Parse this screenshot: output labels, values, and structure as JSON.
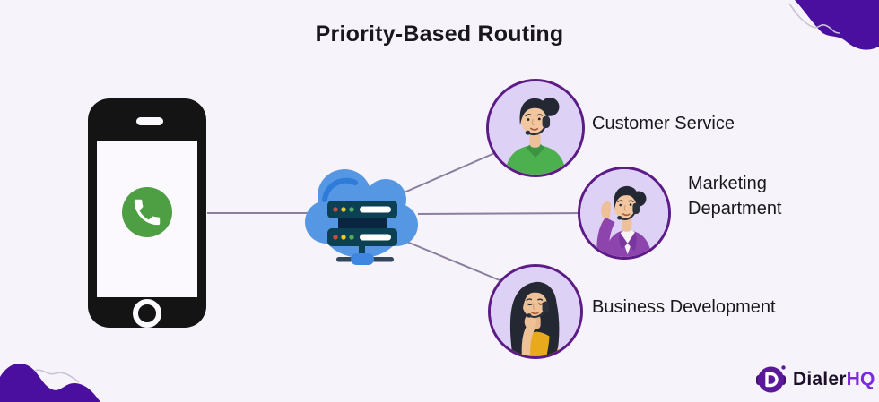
{
  "title": "Priority-Based Routing",
  "source": {
    "device": "smartphone with incoming call",
    "icon": "phone-call-icon"
  },
  "hub": {
    "name": "cloud routing server",
    "icon": "cloud-server-icon"
  },
  "destinations": [
    {
      "label": "Customer Service",
      "avatar": "female-support-agent-headset-green-shirt"
    },
    {
      "label": "Marketing Department",
      "avatar": "female-agent-headset-purple-blazer"
    },
    {
      "label": "Business Development",
      "avatar": "female-agent-headset-yellow-top"
    }
  ],
  "branding": {
    "name": "Dialer",
    "suffix": "HQ",
    "icon": "dialerhq-headset-d-icon"
  },
  "icons": {
    "phone_call": "phone-call-icon (white handset in green circle)",
    "cloud_server": "cloud-server-icon (blue cloud with two server racks)",
    "logo": "dialerhq-logo-icon (purple headset circle with white D)"
  },
  "colors": {
    "background": "#f6f3fa",
    "accent_purple": "#4a0f9e",
    "title_text": "#17171c",
    "label_text": "#18181b",
    "connector_line": "#8b7f9f",
    "avatar_bg": "#ddd2f5",
    "avatar_border": "#5c1b87",
    "cloud_blue": "#5697e3",
    "cloud_highlight": "#2e7cd9",
    "server_teal": "#0c4053",
    "server_navy": "#0a2540",
    "indicator_red": "#c94a4a",
    "indicator_yellow": "#e9c832",
    "indicator_green": "#4fae57",
    "phone_black": "#141414",
    "call_green": "#4e9e43",
    "shirt_green": "#4db04f",
    "blazer_purple": "#8e44ad",
    "top_yellow": "#e8a91d",
    "logo_purple": "#5b189b",
    "logo_text_dark": "#1c1029",
    "logo_text_accent": "#7a2be0"
  }
}
